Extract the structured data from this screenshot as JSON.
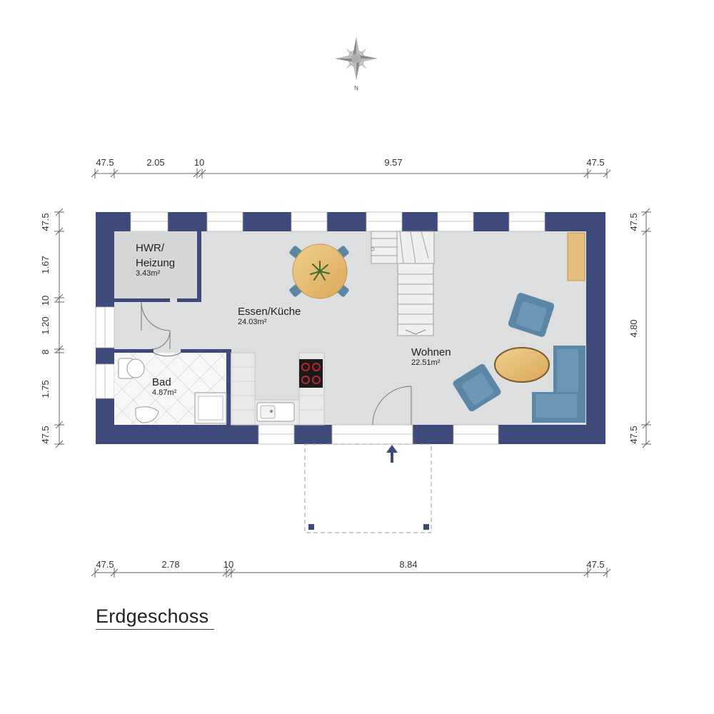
{
  "title": "Erdgeschoss",
  "compass": {
    "label": "N"
  },
  "dimensions": {
    "top": [
      "47.5",
      "2.05",
      "10",
      "9.57",
      "47.5"
    ],
    "bottom": [
      "47.5",
      "2.78",
      "10",
      "8.84",
      "47.5"
    ],
    "left": [
      "47.5",
      "1.67",
      "10",
      "1.20",
      "8",
      "1.75",
      "47.5"
    ],
    "right": [
      "47.5",
      "4.80",
      "47.5"
    ]
  },
  "rooms": {
    "hwr": {
      "name_line1": "HWR/",
      "name_line2": "Heizung",
      "area": "3.43m²"
    },
    "essen": {
      "name": "Essen/Küche",
      "area": "24.03m²"
    },
    "wohnen": {
      "name": "Wohnen",
      "area": "22.51m²"
    },
    "bad": {
      "name": "Bad",
      "area": "4.87m²"
    }
  },
  "colors": {
    "wall": "#3d4a7a",
    "floor": "#dcdedf",
    "furniture_blue": "#5b86a6",
    "table_wood": "#e8c27a"
  }
}
